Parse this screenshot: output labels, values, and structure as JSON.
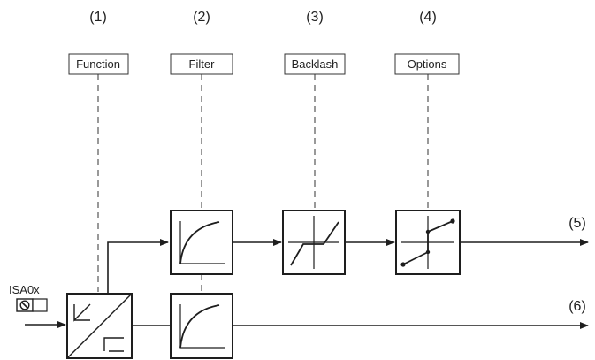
{
  "stages": [
    {
      "number": "(1)",
      "label": "Function"
    },
    {
      "number": "(2)",
      "label": "Filter"
    },
    {
      "number": "(3)",
      "label": "Backlash"
    },
    {
      "number": "(4)",
      "label": "Options"
    }
  ],
  "outputs": {
    "upper": "(5)",
    "lower": "(6)"
  },
  "input": {
    "label": "ISA0x",
    "icon": "switch-icon"
  },
  "colors": {
    "stroke": "#1e1e1e",
    "background": "#ffffff"
  }
}
